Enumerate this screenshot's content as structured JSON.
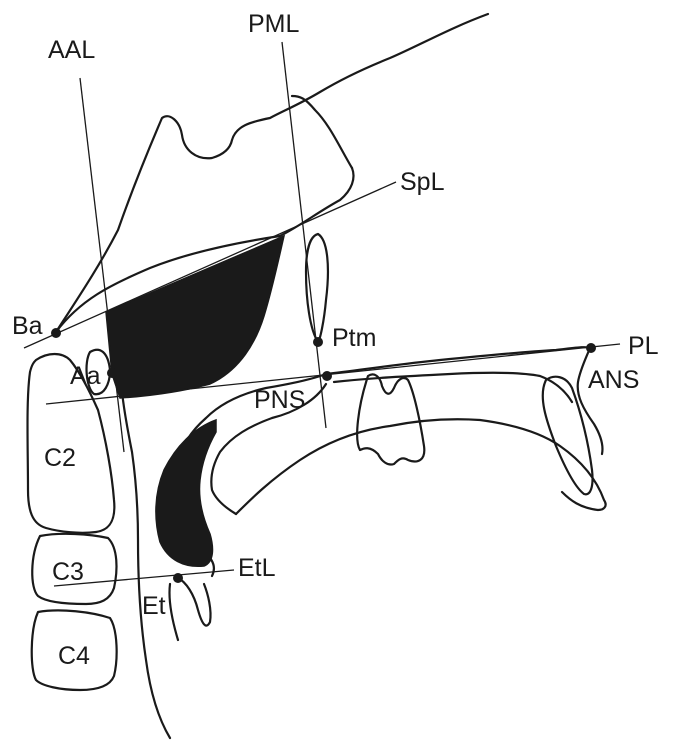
{
  "lines": {
    "aal": "AAL",
    "pml": "PML",
    "spl": "SpL",
    "pl": "PL",
    "etl": "EtL"
  },
  "points": {
    "ba": "Ba",
    "aa": "Aa",
    "ptm": "Ptm",
    "pns": "PNS",
    "ans": "ANS",
    "et": "Et"
  },
  "vertebrae": {
    "c2": "C2",
    "c3": "C3",
    "c4": "C4"
  },
  "colors": {
    "ink": "#1a1a1a",
    "background": "#ffffff"
  }
}
